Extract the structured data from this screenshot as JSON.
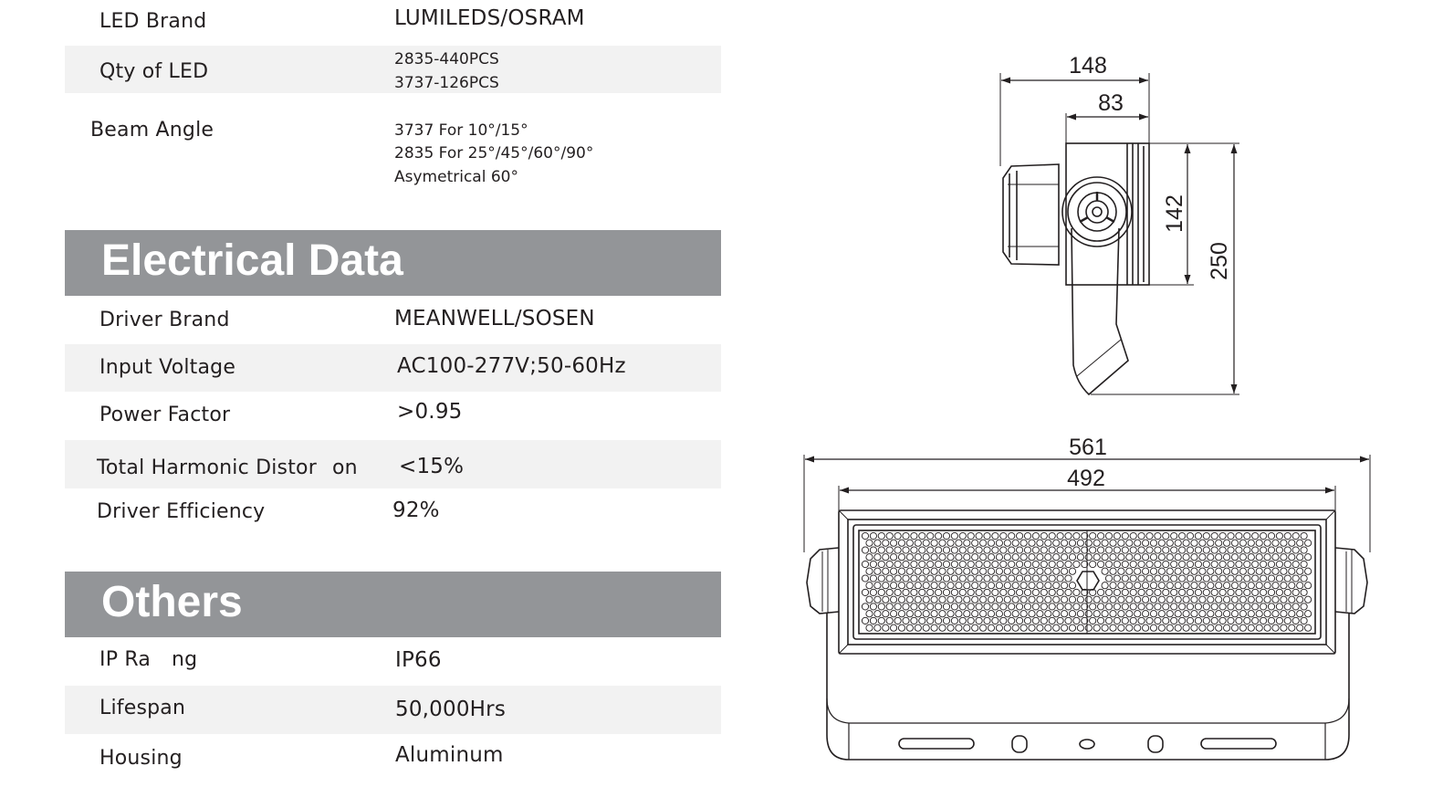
{
  "specs_top": [
    {
      "label": "LED Brand",
      "value": "LUMILEDS/OSRAM"
    },
    {
      "label": "Qty of LED",
      "value_lines": [
        "2835-440PCS",
        "3737-126PCS"
      ]
    },
    {
      "label": "Beam Angle",
      "value_lines": [
        "3737 For 10°/15°",
        "2835 For 25°/45°/60°/90°",
        "Asymetrical 60°"
      ]
    }
  ],
  "electrical": {
    "title": "Electrical Data",
    "rows": [
      {
        "label": "Driver Brand",
        "value": "MEANWELL/SOSEN"
      },
      {
        "label": "Input Voltage",
        "value": "AC100-277V;50-60Hz"
      },
      {
        "label": "Power Factor",
        "value": ">0.95"
      },
      {
        "label_a": "Total Harmonic Distor",
        "label_b": "on",
        "value": "<15%"
      },
      {
        "label": "Driver Efficiency",
        "value": "92%"
      }
    ]
  },
  "others": {
    "title": "Others",
    "rows": [
      {
        "label_a": "IP Ra",
        "label_b": "ng",
        "value": "IP66"
      },
      {
        "label": "Lifespan",
        "value": "50,000Hrs"
      },
      {
        "label": "Housing",
        "value": "Aluminum"
      }
    ]
  },
  "drawing": {
    "side_dims": {
      "width_total": "148",
      "width_inner": "83",
      "height_body": "142",
      "height_total": "250"
    },
    "front_dims": {
      "width_total": "561",
      "width_inner": "492"
    }
  }
}
